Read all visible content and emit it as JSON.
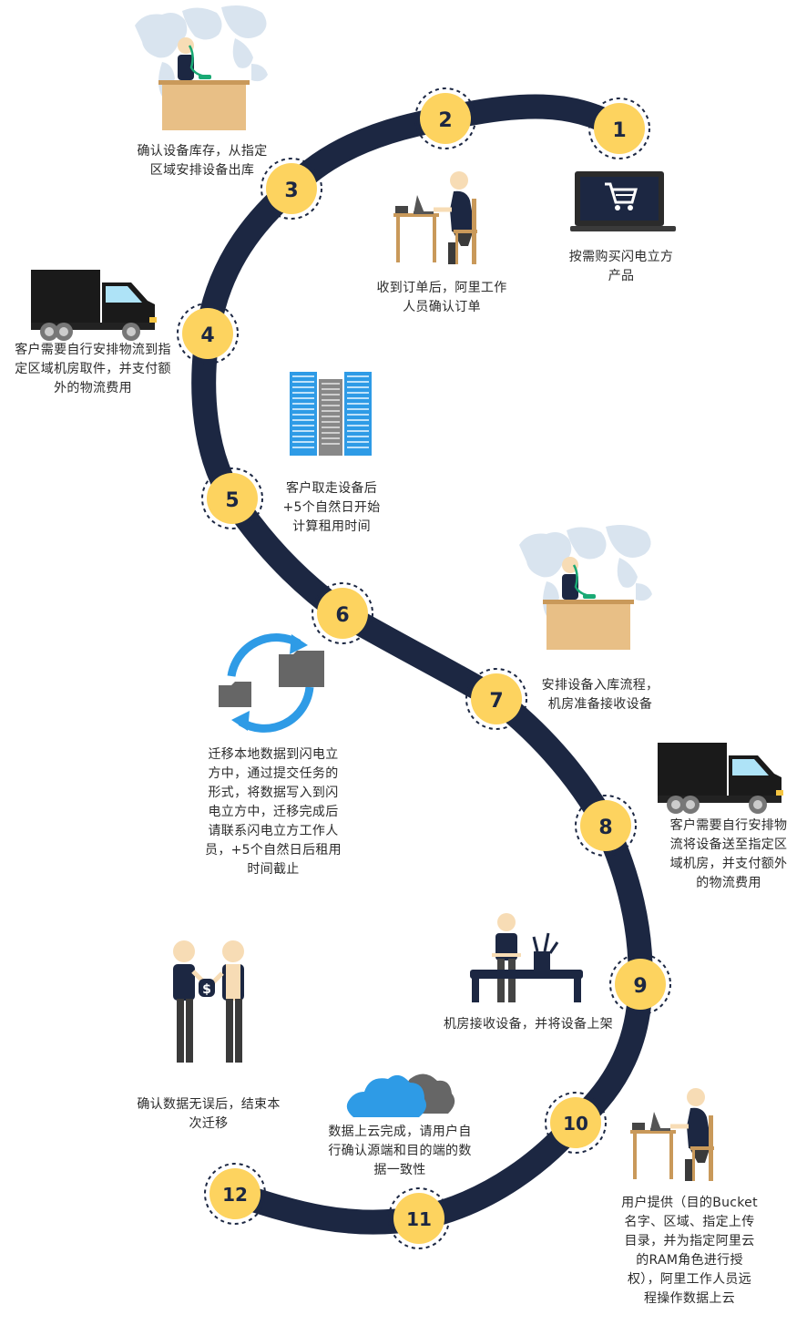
{
  "steps": [
    {
      "number": "1",
      "text": "按需购买闪电立方\n产品"
    },
    {
      "number": "2",
      "text": "收到订单后，阿里工作\n人员确认订单"
    },
    {
      "number": "3",
      "text": "确认设备库存，从指定\n区域安排设备出库"
    },
    {
      "number": "4",
      "text": "客户需要自行安排物流到指\n定区域机房取件，并支付额\n外的物流费用"
    },
    {
      "number": "5",
      "text": "客户取走设备后\n+5个自然日开始\n计算租用时间"
    },
    {
      "number": "6",
      "text": "迁移本地数据到闪电立\n方中，通过提交任务的\n形式，将数据写入到闪\n电立方中，迁移完成后\n请联系闪电立方工作人\n员，+5个自然日后租用\n时间截止"
    },
    {
      "number": "7",
      "text": "安排设备入库流程，\n机房准备接收设备"
    },
    {
      "number": "8",
      "text": "客户需要自行安排物\n流将设备送至指定区\n域机房，并支付额外\n的物流费用"
    },
    {
      "number": "9",
      "text": "机房接收设备，并将设备上架"
    },
    {
      "number": "10",
      "text": "用户提供（目的Bucket\n名字、区域、指定上传\n目录，并为指定阿里云\n的RAM角色进行授\n权），阿里工作人员远\n程操作数据上云"
    },
    {
      "number": "11",
      "text": "数据上云完成，请用户自\n行确认源端和目的端的数\n据一致性"
    },
    {
      "number": "12",
      "text": "确认数据无误后，结束本\n次迁移"
    }
  ],
  "colors": {
    "track": "#1c2742",
    "badge": "#fdd35f",
    "text": "#2b2b2b",
    "accent_blue": "#2e9be6",
    "map": "#d9e4ef"
  },
  "icons": {
    "step1": "laptop-cart-icon",
    "step2": "person-at-desk-icon",
    "step3": "person-on-phone-desk-icon",
    "step4": "truck-icon",
    "step5": "buildings-icon",
    "step6": "sync-folders-icon",
    "step7": "person-on-phone-desk-icon",
    "step8": "truck-icon",
    "step9": "person-at-workbench-icon",
    "step10": "person-at-desk-icon",
    "step11": "clouds-icon",
    "step12": "handshake-payment-icon"
  }
}
